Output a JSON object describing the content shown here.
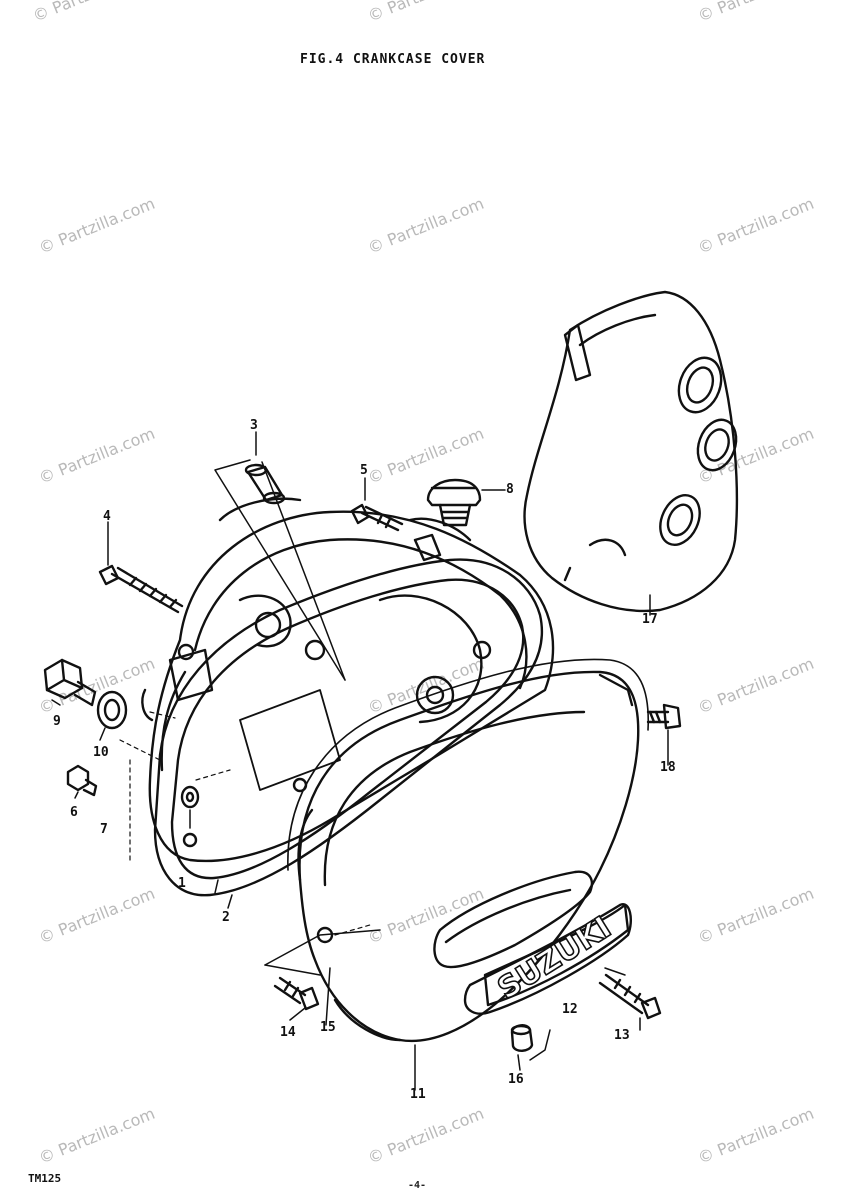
{
  "figure": {
    "title": "FIG.4  CRANKCASE COVER"
  },
  "footer": {
    "model": "TM125",
    "page_number": "-4-"
  },
  "callouts": [
    {
      "id": "c1",
      "label": "1"
    },
    {
      "id": "c2",
      "label": "2"
    },
    {
      "id": "c3",
      "label": "3"
    },
    {
      "id": "c4",
      "label": "4"
    },
    {
      "id": "c5",
      "label": "5"
    },
    {
      "id": "c6",
      "label": "6"
    },
    {
      "id": "c7",
      "label": "7"
    },
    {
      "id": "c8",
      "label": "8"
    },
    {
      "id": "c9",
      "label": "9"
    },
    {
      "id": "c10",
      "label": "10"
    },
    {
      "id": "c11",
      "label": "11"
    },
    {
      "id": "c12",
      "label": "12"
    },
    {
      "id": "c13",
      "label": "13"
    },
    {
      "id": "c14",
      "label": "14"
    },
    {
      "id": "c15",
      "label": "15"
    },
    {
      "id": "c16",
      "label": "16"
    },
    {
      "id": "c17",
      "label": "17"
    },
    {
      "id": "c18",
      "label": "18"
    }
  ],
  "cover_emblem": "SUZUKI",
  "watermark": "© Partzilla.com",
  "colors": {
    "ink": "#111111",
    "watermark": "#b9b9b9",
    "background": "#ffffff"
  }
}
